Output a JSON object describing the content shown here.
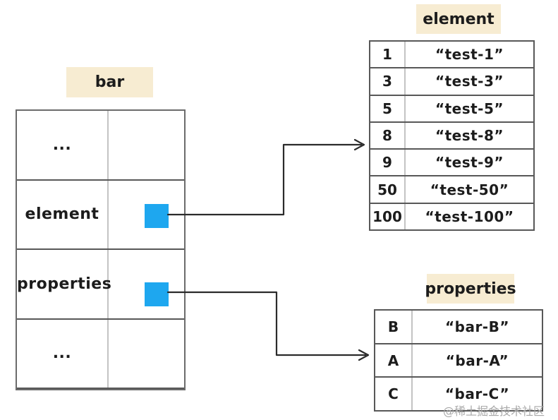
{
  "bar": {
    "title": "bar",
    "rows": [
      {
        "key": "...",
        "pointer": false
      },
      {
        "key": "element",
        "pointer": true
      },
      {
        "key": "properties",
        "pointer": true
      },
      {
        "key": "...",
        "pointer": false
      }
    ]
  },
  "element_table": {
    "title": "element",
    "rows": [
      [
        "1",
        "“test-1”"
      ],
      [
        "3",
        "“test-3”"
      ],
      [
        "5",
        "“test-5”"
      ],
      [
        "8",
        "“test-8”"
      ],
      [
        "9",
        "“test-9”"
      ],
      [
        "50",
        "“test-50”"
      ],
      [
        "100",
        "“test-100”"
      ]
    ]
  },
  "properties_table": {
    "title": "properties",
    "rows": [
      [
        "B",
        "“bar-B”"
      ],
      [
        "A",
        "“bar-A”"
      ],
      [
        "C",
        "“bar-C”"
      ]
    ]
  },
  "watermark": "@稀土掘金技术社区",
  "colors": {
    "header_bg": "#f7ecd2",
    "pointer_blue": "#1ea7ef",
    "table_border": "#585858",
    "divider_gray": "#c3c3c3",
    "arrow": "#2b2b2b"
  }
}
